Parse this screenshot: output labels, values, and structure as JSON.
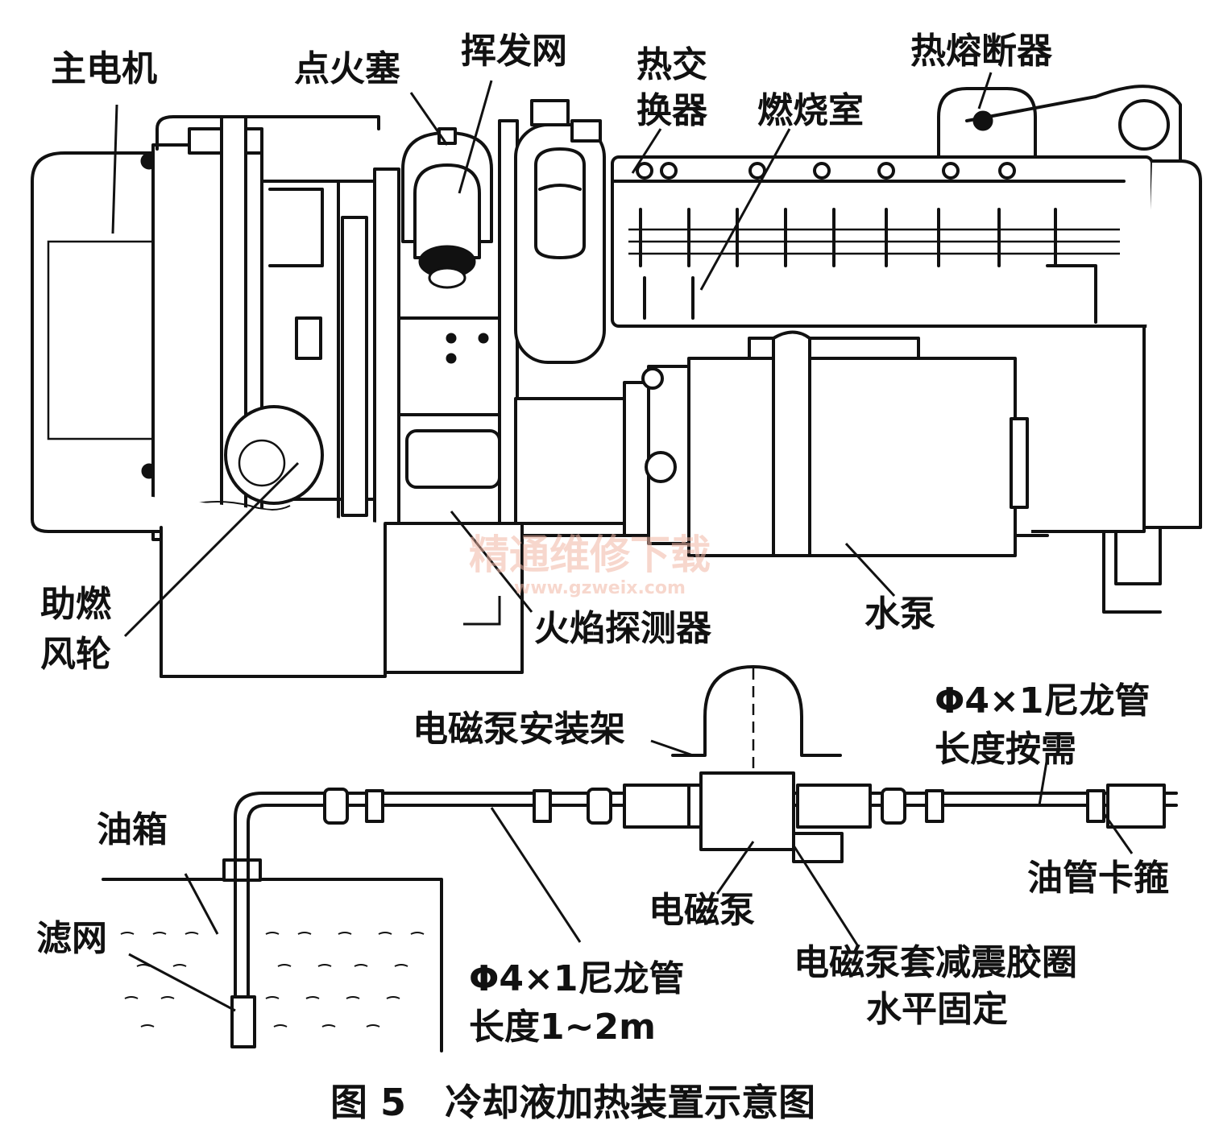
{
  "labels": {
    "main_motor": "主电机",
    "spark_plug": "点火塞",
    "vapor_mesh": "挥发网",
    "heat_exchanger_1": "热交",
    "heat_exchanger_2": "换器",
    "combustion_chamber": "燃烧室",
    "thermal_fuse": "热熔断器",
    "combustion_fan_1": "助燃",
    "combustion_fan_2": "风轮",
    "flame_detector": "火焰探测器",
    "water_pump": "水泵",
    "solenoid_mount": "电磁泵安装架",
    "nylon_tube_right_1": "Φ4×1尼龙管",
    "nylon_tube_right_2": "长度按需",
    "fuel_tank": "油箱",
    "filter": "滤网",
    "hose_clamp": "油管卡箍",
    "solenoid_pump": "电磁泵",
    "nylon_tube_left_1": "Φ4×1尼龙管",
    "nylon_tube_left_2": "长度1~2m",
    "damper_1": "电磁泵套减震胶圈",
    "damper_2": "水平固定"
  },
  "caption": "图 5   冷却液加热装置示意图",
  "watermark": {
    "cn": "精通维修下载",
    "url": "www.gzweix.com"
  }
}
